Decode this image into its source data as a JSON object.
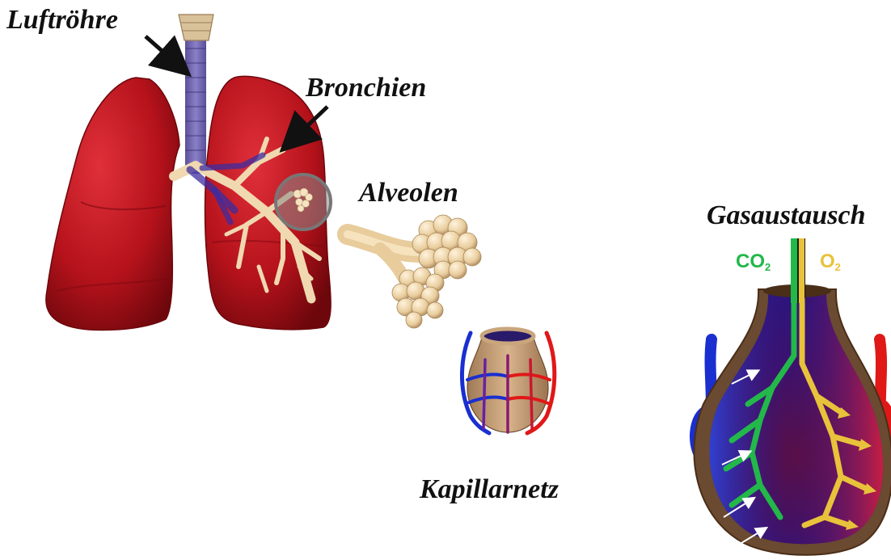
{
  "labels": {
    "trachea": "Luftröhre",
    "bronchi": "Bronchien",
    "alveoli": "Alveolen",
    "gas_exchange": "Gasaustausch",
    "capillary_net": "Kapillarnetz"
  },
  "gases": {
    "co2": "CO",
    "co2_sub": "2",
    "o2": "O",
    "o2_sub": "2"
  },
  "colors": {
    "lung": "#b5121b",
    "lung_dark": "#7d0a10",
    "bronchi": "#f0d8b0",
    "trachea": "#6a5fa8",
    "co2": "#22b84a",
    "o2": "#e8c23a",
    "vein": "#1a2fd0",
    "artery": "#e01818"
  }
}
